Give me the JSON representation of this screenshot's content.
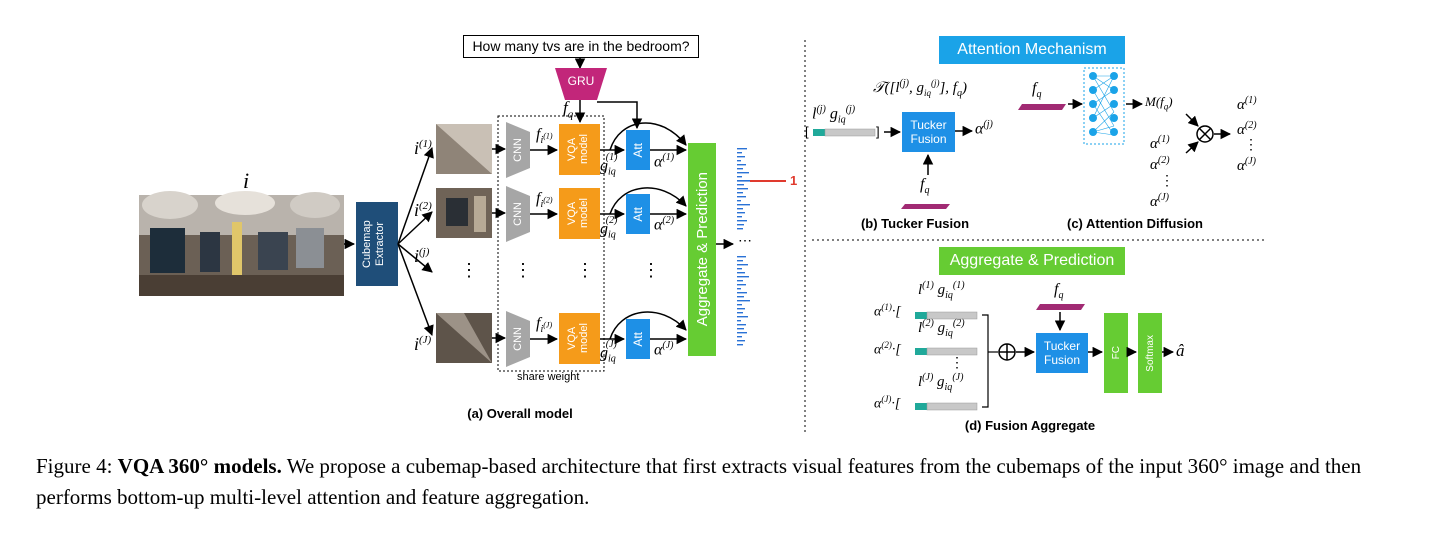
{
  "question": "How many tvs are in the bedroom?",
  "labels": {
    "i": "i",
    "gru": "GRU",
    "cubemap_extractor": "Cubemap Extractor",
    "cnn": "CNN",
    "vqa_model": "VQA model",
    "att": "Att",
    "aggregate_prediction": "Aggregate & Prediction",
    "share_weight": "share weight",
    "output_one": "1",
    "tucker_fusion": "Tucker Fusion",
    "fc": "FC",
    "softmax": "Softmax",
    "vdots": "⋮",
    "hdots": "⋯"
  },
  "panels": {
    "a": "(a) Overall model",
    "b": "(b) Tucker Fusion",
    "c": "(c) Attention Diffusion",
    "d": "(d) Fusion Aggregate",
    "attention_mechanism": "Attention Mechanism",
    "aggregate_prediction": "Aggregate & Prediction"
  },
  "colors": {
    "cubemap": "#1f4e79",
    "gru": "#c2267a",
    "cnn": "#a6a6a6",
    "vqa": "#f59b1a",
    "att": "#1e90e6",
    "aggregate": "#66cc33",
    "panel_header_blue": "#1aa3e8",
    "panel_header_green": "#66cc33",
    "fq_bar": "#a12a73",
    "red_line": "#e03a2e"
  },
  "caption": {
    "prefix": "Figure 4: ",
    "bold": "VQA 360° models.",
    "text": " We propose a cubemap-based architecture that first extracts visual features from the cubemaps of the input 360° image and then performs bottom-up multi-level attention and feature aggregation."
  }
}
